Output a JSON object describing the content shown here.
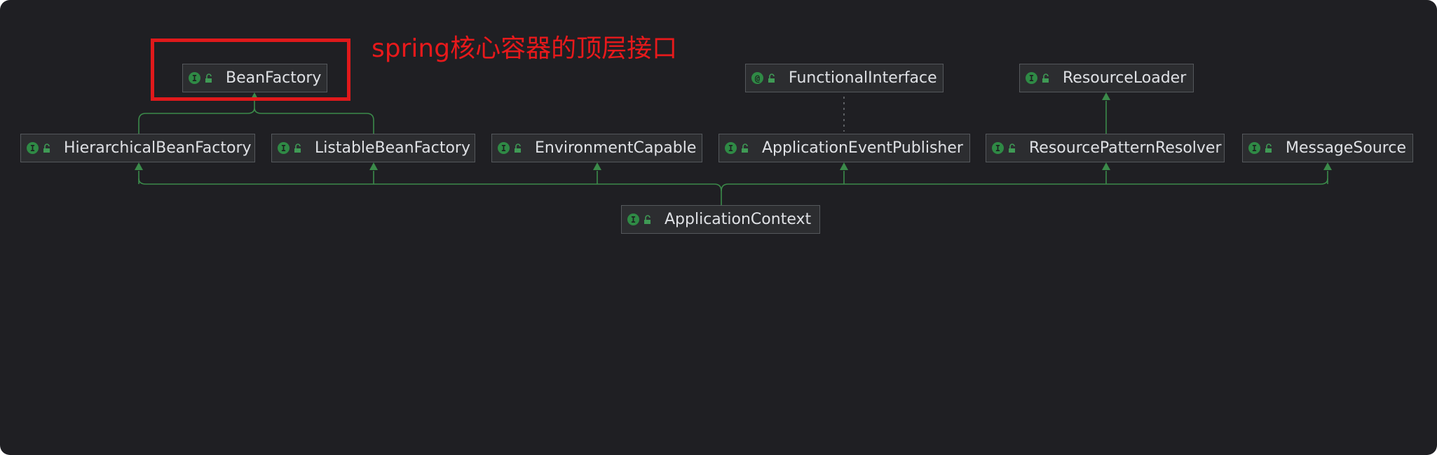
{
  "annotation": {
    "text": "spring核心容器的顶层接口",
    "color": "#e8191b"
  },
  "colors": {
    "background": "#1f1f23",
    "edge": "#3b8a4a",
    "interface_badge": "#2f8a45",
    "highlight": "#e0191b"
  },
  "nodes": [
    {
      "id": "BeanFactory",
      "label": "BeanFactory",
      "kind": "interface",
      "kind_glyph": "I",
      "icon": "interface-icon"
    },
    {
      "id": "FunctionalInterface",
      "label": "FunctionalInterface",
      "kind": "annotation",
      "kind_glyph": "@",
      "icon": "annotation-icon"
    },
    {
      "id": "ResourceLoader",
      "label": "ResourceLoader",
      "kind": "interface",
      "kind_glyph": "I",
      "icon": "interface-icon"
    },
    {
      "id": "HierarchicalBeanFactory",
      "label": "HierarchicalBeanFactory",
      "kind": "interface",
      "kind_glyph": "I",
      "icon": "interface-icon"
    },
    {
      "id": "ListableBeanFactory",
      "label": "ListableBeanFactory",
      "kind": "interface",
      "kind_glyph": "I",
      "icon": "interface-icon"
    },
    {
      "id": "EnvironmentCapable",
      "label": "EnvironmentCapable",
      "kind": "interface",
      "kind_glyph": "I",
      "icon": "interface-icon"
    },
    {
      "id": "ApplicationEventPublisher",
      "label": "ApplicationEventPublisher",
      "kind": "interface",
      "kind_glyph": "I",
      "icon": "interface-icon"
    },
    {
      "id": "ResourcePatternResolver",
      "label": "ResourcePatternResolver",
      "kind": "interface",
      "kind_glyph": "I",
      "icon": "interface-icon"
    },
    {
      "id": "MessageSource",
      "label": "MessageSource",
      "kind": "interface",
      "kind_glyph": "I",
      "icon": "interface-icon"
    },
    {
      "id": "ApplicationContext",
      "label": "ApplicationContext",
      "kind": "interface",
      "kind_glyph": "I",
      "icon": "interface-icon"
    }
  ],
  "edges": [
    {
      "from": "HierarchicalBeanFactory",
      "to": "BeanFactory",
      "type": "extends"
    },
    {
      "from": "ListableBeanFactory",
      "to": "BeanFactory",
      "type": "extends"
    },
    {
      "from": "ApplicationEventPublisher",
      "to": "FunctionalInterface",
      "type": "annotated-by"
    },
    {
      "from": "ResourcePatternResolver",
      "to": "ResourceLoader",
      "type": "extends"
    },
    {
      "from": "ApplicationContext",
      "to": "HierarchicalBeanFactory",
      "type": "extends"
    },
    {
      "from": "ApplicationContext",
      "to": "ListableBeanFactory",
      "type": "extends"
    },
    {
      "from": "ApplicationContext",
      "to": "EnvironmentCapable",
      "type": "extends"
    },
    {
      "from": "ApplicationContext",
      "to": "ApplicationEventPublisher",
      "type": "extends"
    },
    {
      "from": "ApplicationContext",
      "to": "ResourcePatternResolver",
      "type": "extends"
    },
    {
      "from": "ApplicationContext",
      "to": "MessageSource",
      "type": "extends"
    }
  ],
  "highlighted": "BeanFactory"
}
